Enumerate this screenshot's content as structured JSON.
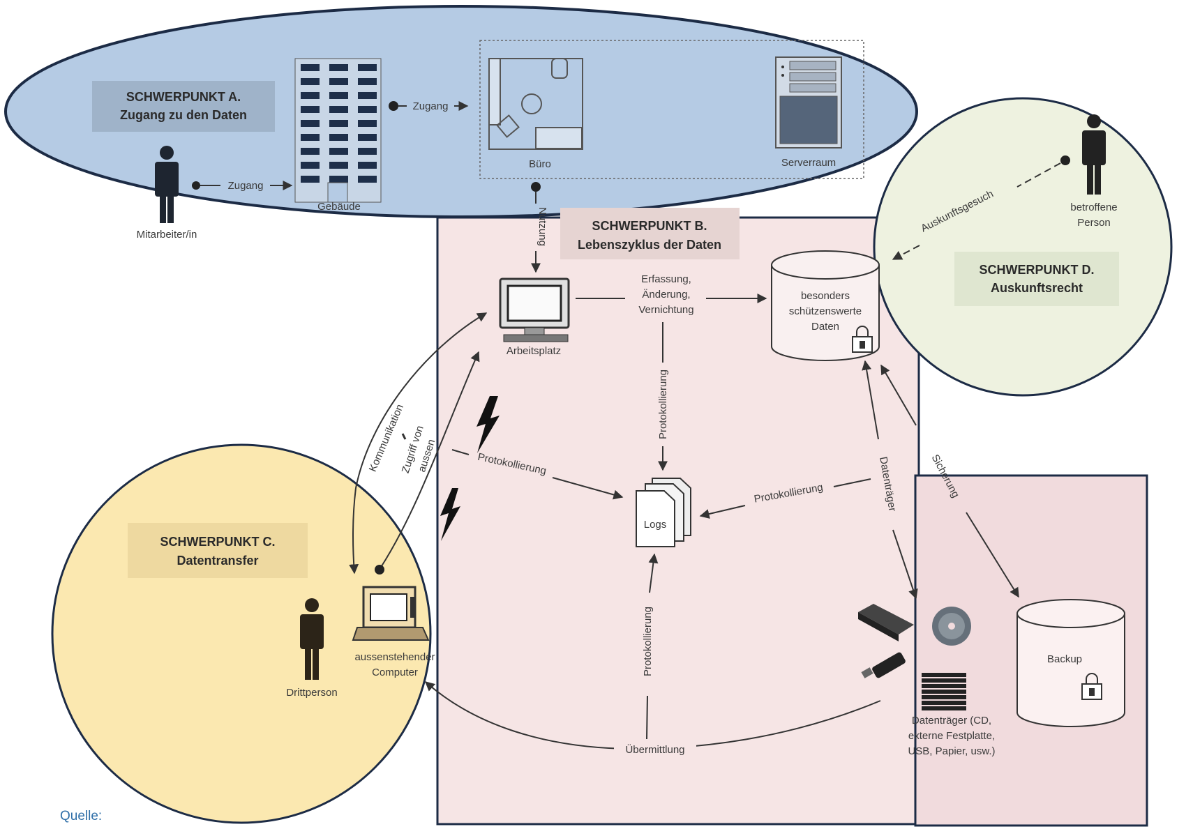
{
  "focus_a": {
    "line1": "SCHWERPUNKT A.",
    "line2": "Zugang zu den Daten"
  },
  "focus_b": {
    "line1": "SCHWERPUNKT B.",
    "line2": "Lebenszyklus der Daten"
  },
  "focus_c": {
    "line1": "SCHWERPUNKT C.",
    "line2": "Datentransfer"
  },
  "focus_d": {
    "line1": "SCHWERPUNKT D.",
    "line2": "Auskunftsrecht"
  },
  "labels": {
    "employee": "Mitarbeiter/in",
    "building": "Gebäude",
    "office": "Büro",
    "server_room": "Serverraum",
    "access_1": "Zugang",
    "access_2": "Zugang",
    "usage": "Nutzung",
    "workstation": "Arbeitsplatz",
    "capture_1": "Erfassung,",
    "capture_2": "Änderung,",
    "capture_3": "Vernichtung",
    "sensitive_1": "besonders",
    "sensitive_2": "schützenswerte",
    "sensitive_3": "Daten",
    "logging_vertical": "Protokollierung",
    "logging_left": "Protokollierung",
    "logging_right": "Protokollierung",
    "logging_bottom": "Protokollierung",
    "logs": "Logs",
    "communication": "Kommunikation",
    "access_from_1": "Zugriff von",
    "access_from_2": "aussen",
    "third_person": "Drittperson",
    "external_computer_1": "aussenstehender",
    "external_computer_2": "Computer",
    "data_carrier_vertical": "Datenträger",
    "backup_arrow": "Sicherung",
    "backup": "Backup",
    "media_1": "Datenträger (CD,",
    "media_2": "externe Festplatte,",
    "media_3": "USB, Papier, usw.)",
    "transmission": "Übermittlung",
    "affected_1": "betroffene",
    "affected_2": "Person",
    "info_request": "Auskunftsgesuch"
  },
  "source_label": "Quelle:",
  "colors": {
    "ellipse_a": "#b5cbe4",
    "region_b": "#f6e5e5",
    "region_b2": "#f1dbdd",
    "circle_c": "#fbe8b0",
    "circle_d": "#eef2e0",
    "outline": "#1c2b45"
  }
}
